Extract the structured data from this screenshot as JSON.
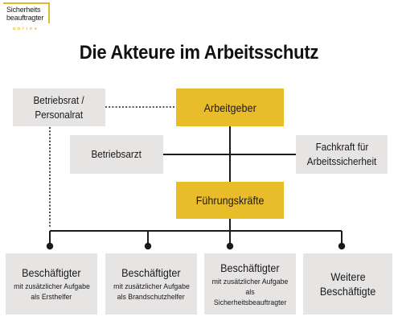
{
  "logo": {
    "line1": "Sicherheits",
    "line2": "beauftragter",
    "line3": "online",
    "accent": "#e9bd2a"
  },
  "title": "Die Akteure im Arbeitsschutz",
  "nodes": {
    "betriebsrat": {
      "line1": "Betriebsrat /",
      "line2": "Personalrat"
    },
    "arbeitgeber": {
      "label": "Arbeitgeber"
    },
    "betriebsarzt": {
      "label": "Betriebsarzt"
    },
    "fachkraft": {
      "line1": "Fachkraft für",
      "line2": "Arbeitssicherheit"
    },
    "fuehrungskraefte": {
      "label": "Führungskräfte"
    },
    "bottom": [
      {
        "title": "Beschäftigter",
        "sub1": "mit zusätzlicher Aufgabe",
        "sub2": "als Ersthelfer"
      },
      {
        "title": "Beschäftigter",
        "sub1": "mit zusätzlicher Aufgabe",
        "sub2": "als Brandschutzhelfer"
      },
      {
        "title": "Beschäftigter",
        "sub1": "mit zusätzlicher Aufgabe als",
        "sub2": "Sicherheitsbeauftragter"
      },
      {
        "title": "Weitere",
        "sub1": "Beschäftigte"
      }
    ]
  },
  "colors": {
    "box_grey": "#e7e4e4",
    "box_gold": "#e9bd2a",
    "line": "#1a1a1a"
  }
}
